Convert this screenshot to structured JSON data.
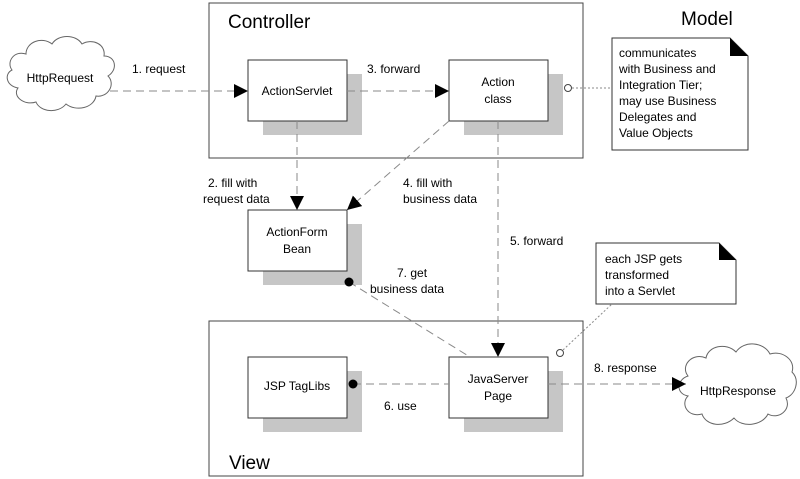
{
  "frames": {
    "controller": "Controller",
    "view": "View",
    "model": "Model"
  },
  "nodes": {
    "http_request": "HttpRequest",
    "http_response": "HttpResponse",
    "action_servlet": "ActionServlet",
    "action_class": [
      "Action",
      "class"
    ],
    "actionform_bean": [
      "ActionForm",
      "Bean"
    ],
    "jsp_taglibs": "JSP TagLibs",
    "javaserver_page": [
      "JavaServer",
      "Page"
    ]
  },
  "edges": {
    "request": "1. request",
    "fill_request": [
      "2. fill with",
      "request data"
    ],
    "forward_action": "3. forward",
    "fill_business": [
      "4. fill with",
      "business data"
    ],
    "forward_jsp": "5. forward",
    "use": "6. use",
    "get_business": [
      "7. get",
      "business data"
    ],
    "response": "8. response"
  },
  "notes": {
    "model_note": [
      "communicates",
      "with Business and",
      "Integration Tier;",
      "may use Business",
      "Delegates and",
      "Value Objects"
    ],
    "jsp_note": [
      "each JSP gets",
      "transformed",
      "into a Servlet"
    ]
  }
}
